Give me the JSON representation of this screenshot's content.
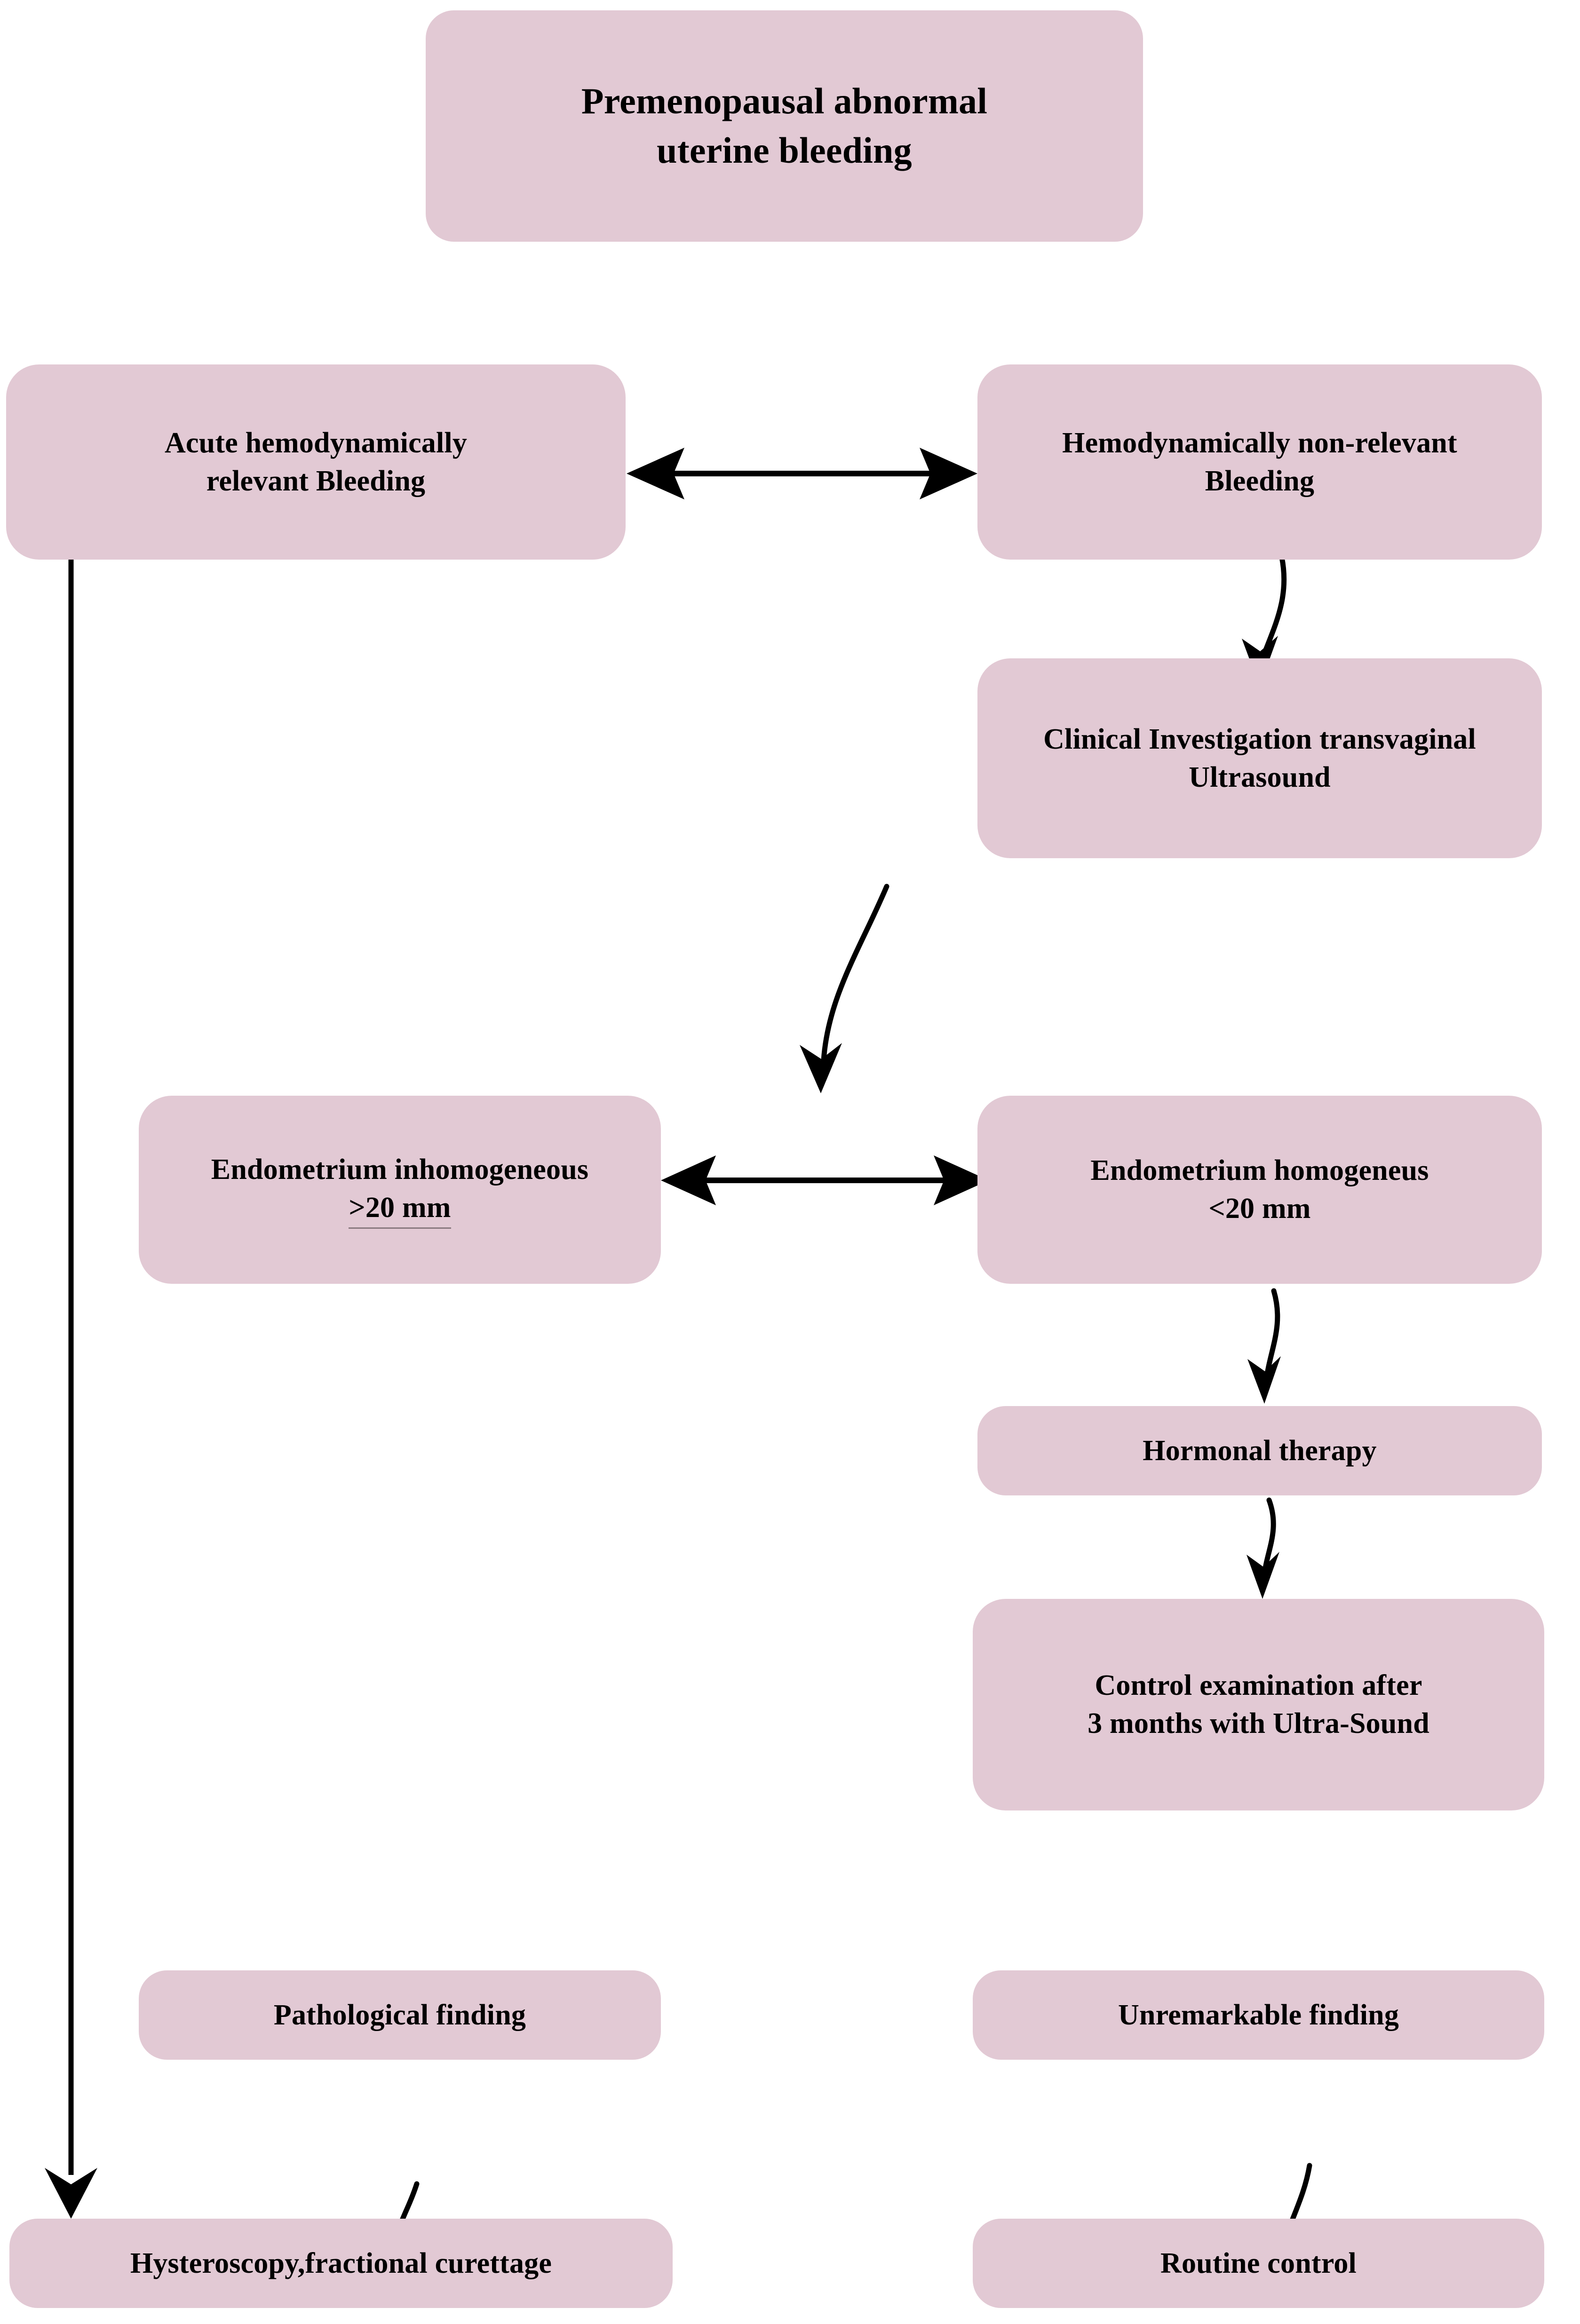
{
  "diagram": {
    "type": "flowchart",
    "title": "Premenopausal abnormal uterine bleeding",
    "palette": {
      "node_fill": "#e2c9d4",
      "text": "#000000",
      "edge": "#000000",
      "background": "#ffffff"
    },
    "nodes": [
      {
        "id": "title",
        "label": "Premenopausal abnormal\nuterine bleeding"
      },
      {
        "id": "acute_bleeding",
        "label": "Acute hemodynamically\nrelevant Bleeding"
      },
      {
        "id": "non_relevant_bleeding",
        "label": "Hemodynamically non-relevant\nBleeding"
      },
      {
        "id": "clinical_investigation",
        "label": "Clinical Investigation transvaginal\nUltrasound"
      },
      {
        "id": "endometrium_inhomogeneous",
        "label_line1": "Endometrium inhomogeneous",
        "label_line2": ">20 mm"
      },
      {
        "id": "endometrium_homogeneus",
        "label": "Endometrium homogeneus\n<20 mm"
      },
      {
        "id": "hormonal_therapy",
        "label": "Hormonal therapy"
      },
      {
        "id": "control_examination",
        "label": "Control examination after\n3 months with Ultra-Sound"
      },
      {
        "id": "pathological_finding",
        "label": "Pathological finding"
      },
      {
        "id": "unremarkable_finding",
        "label": "Unremarkable finding"
      },
      {
        "id": "hysteroscopy",
        "label": "Hysteroscopy,fractional curettage"
      },
      {
        "id": "routine_control",
        "label": "Routine control"
      }
    ],
    "edges": [
      {
        "from": "acute_bleeding",
        "to": "non_relevant_bleeding",
        "style": "double-arrow-horizontal"
      },
      {
        "from": "non_relevant_bleeding",
        "to": "clinical_investigation",
        "style": "curved-arrow-down"
      },
      {
        "from": "clinical_investigation",
        "to": "endometrium_inhomogeneous",
        "style": "curved-arrow-down"
      },
      {
        "from": "endometrium_inhomogeneous",
        "to": "endometrium_homogeneus",
        "style": "double-arrow-horizontal"
      },
      {
        "from": "endometrium_homogeneus",
        "to": "hormonal_therapy",
        "style": "curved-arrow-down"
      },
      {
        "from": "hormonal_therapy",
        "to": "control_examination",
        "style": "curved-arrow-down"
      },
      {
        "from": "acute_bleeding",
        "to": "hysteroscopy",
        "style": "straight-arrow-down"
      },
      {
        "from": "pathological_finding",
        "to": "hysteroscopy",
        "style": "curved-arrow-down"
      },
      {
        "from": "unremarkable_finding",
        "to": "routine_control",
        "style": "curved-arrow-down"
      }
    ]
  }
}
